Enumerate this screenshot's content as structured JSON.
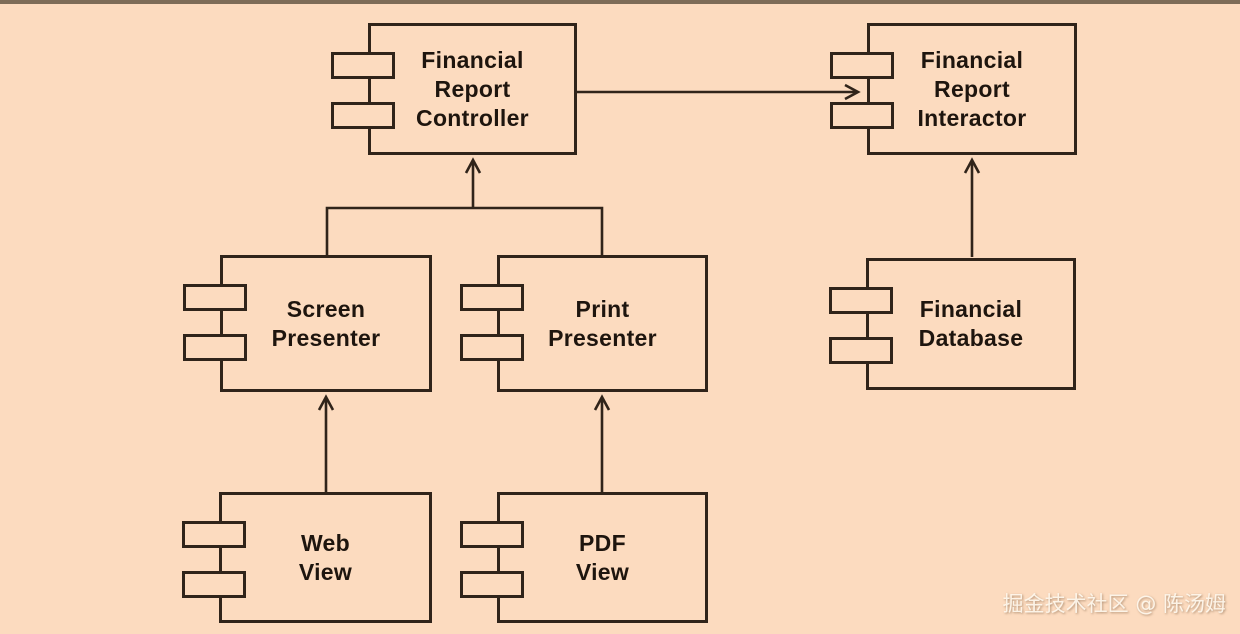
{
  "page": {
    "background_color": "#fcdbbf",
    "top_strip_color": "#7d6c58",
    "line_color": "#30241a",
    "text_color": "#1e150e"
  },
  "watermark": {
    "text": "掘金技术社区 @ 陈汤姆"
  },
  "diagram": {
    "type": "uml-component-diagram",
    "nodes": [
      {
        "id": "financial-report-controller",
        "label": "Financial\nReport\nController"
      },
      {
        "id": "financial-report-interactor",
        "label": "Financial\nReport\nInteractor"
      },
      {
        "id": "screen-presenter",
        "label": "Screen\nPresenter"
      },
      {
        "id": "print-presenter",
        "label": "Print\nPresenter"
      },
      {
        "id": "financial-database",
        "label": "Financial\nDatabase"
      },
      {
        "id": "web-view",
        "label": "Web\nView"
      },
      {
        "id": "pdf-view",
        "label": "PDF\nView"
      }
    ],
    "edges": [
      {
        "from": "financial-report-controller",
        "to": "financial-report-interactor",
        "style": "arrow-right"
      },
      {
        "from": "screen-presenter",
        "to": "financial-report-controller",
        "style": "merged-arrow-up"
      },
      {
        "from": "print-presenter",
        "to": "financial-report-controller",
        "style": "merged-arrow-up"
      },
      {
        "from": "financial-database",
        "to": "financial-report-interactor",
        "style": "arrow-up"
      },
      {
        "from": "web-view",
        "to": "screen-presenter",
        "style": "arrow-up"
      },
      {
        "from": "pdf-view",
        "to": "print-presenter",
        "style": "arrow-up"
      }
    ]
  }
}
